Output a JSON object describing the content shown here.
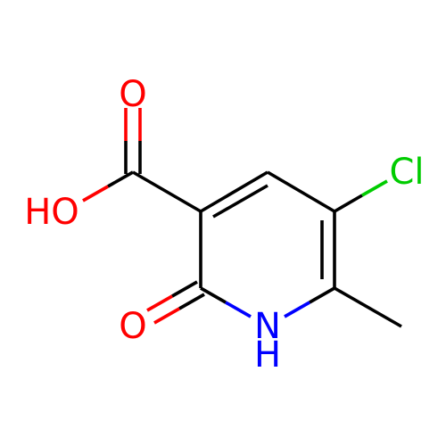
{
  "colors": {
    "carbon": "#000000",
    "oxygen": "#ff0000",
    "nitrogen": "#0000ff",
    "chlorine": "#00cc00",
    "background": "#ffffff"
  },
  "labels": {
    "carbonyl_oxygen_top": "O",
    "hydroxyl": "HO",
    "ring_carbonyl_oxygen": "O",
    "ring_nitrogen": "N",
    "ring_nitrogen_hydrogen": "H",
    "chlorine": "Cl"
  }
}
